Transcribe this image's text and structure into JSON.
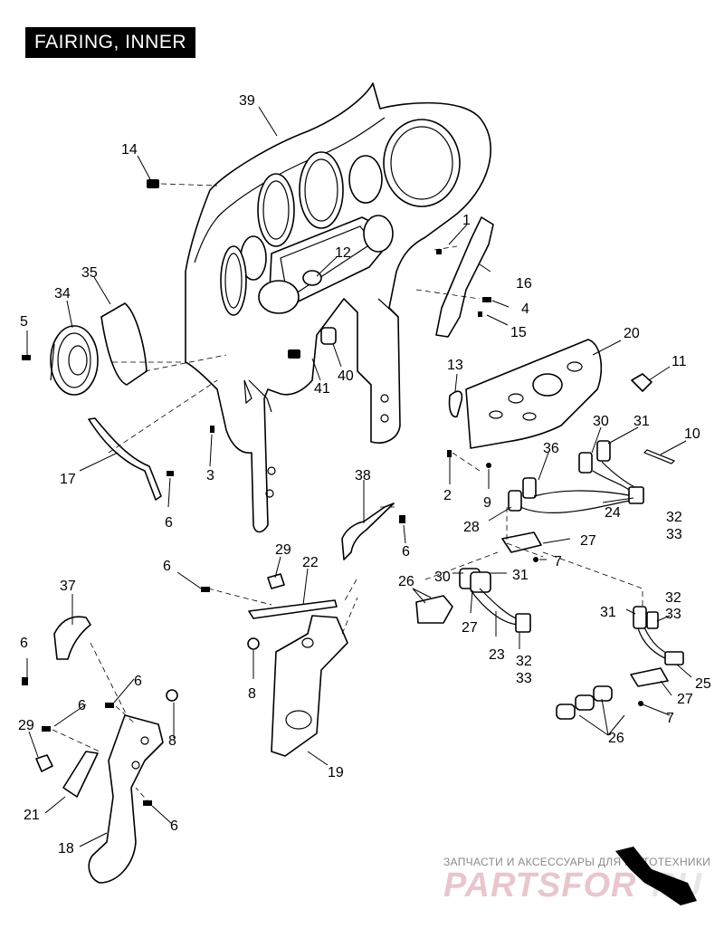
{
  "title": "FAIRING, INNER",
  "callouts": [
    "39",
    "14",
    "1",
    "12",
    "16",
    "35",
    "34",
    "4",
    "5",
    "15",
    "20",
    "13",
    "41",
    "40",
    "11",
    "10",
    "30",
    "31",
    "36",
    "2",
    "17",
    "3",
    "38",
    "6",
    "9",
    "28",
    "24",
    "32",
    "33",
    "27",
    "29",
    "22",
    "7",
    "26",
    "37",
    "8",
    "23",
    "25",
    "21",
    "18",
    "19"
  ],
  "watermark": {
    "tagline": "ЗАПЧАСТИ И АКСЕССУАРЫ ДЛЯ МОТОТЕХНИКИ",
    "brand": "PARTSFOR",
    "suffix": "RU"
  },
  "colors": {
    "title_bg": "#000000",
    "title_fg": "#ffffff",
    "brand": "#e8c7cc"
  }
}
